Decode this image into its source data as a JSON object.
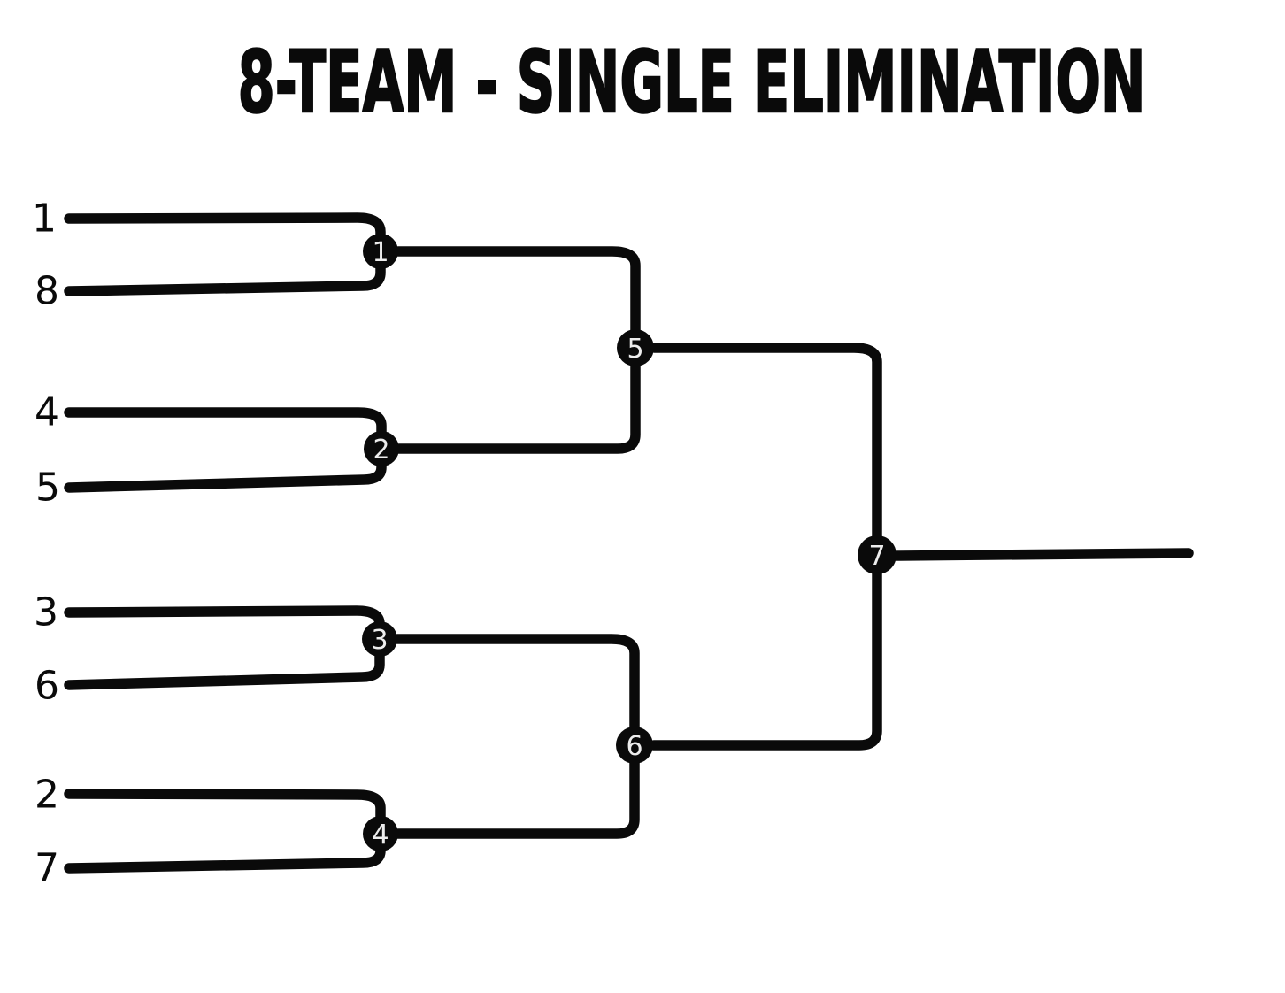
{
  "title": "8-TEAM - SINGLE ELIMINATION",
  "seeds": [
    "1",
    "8",
    "4",
    "5",
    "3",
    "6",
    "2",
    "7"
  ],
  "match_nodes": [
    "1",
    "2",
    "3",
    "4",
    "5",
    "6",
    "7"
  ],
  "bracket": {
    "type": "single-elimination",
    "team_count": 8,
    "rounds": 3,
    "round1_matches": [
      {
        "match": "1",
        "top_seed": "1",
        "bottom_seed": "8"
      },
      {
        "match": "2",
        "top_seed": "4",
        "bottom_seed": "5"
      },
      {
        "match": "3",
        "top_seed": "3",
        "bottom_seed": "6"
      },
      {
        "match": "4",
        "top_seed": "2",
        "bottom_seed": "7"
      }
    ],
    "semifinal_matches": [
      {
        "match": "5",
        "feeds_from_matches": [
          "1",
          "2"
        ]
      },
      {
        "match": "6",
        "feeds_from_matches": [
          "3",
          "4"
        ]
      }
    ],
    "final_match": {
      "match": "7",
      "feeds_from_matches": [
        "5",
        "6"
      ]
    }
  },
  "colors": {
    "background": "#ffffff",
    "line": "#0a0a0a",
    "node_fill": "#0a0a0a",
    "node_text": "#ededed"
  }
}
